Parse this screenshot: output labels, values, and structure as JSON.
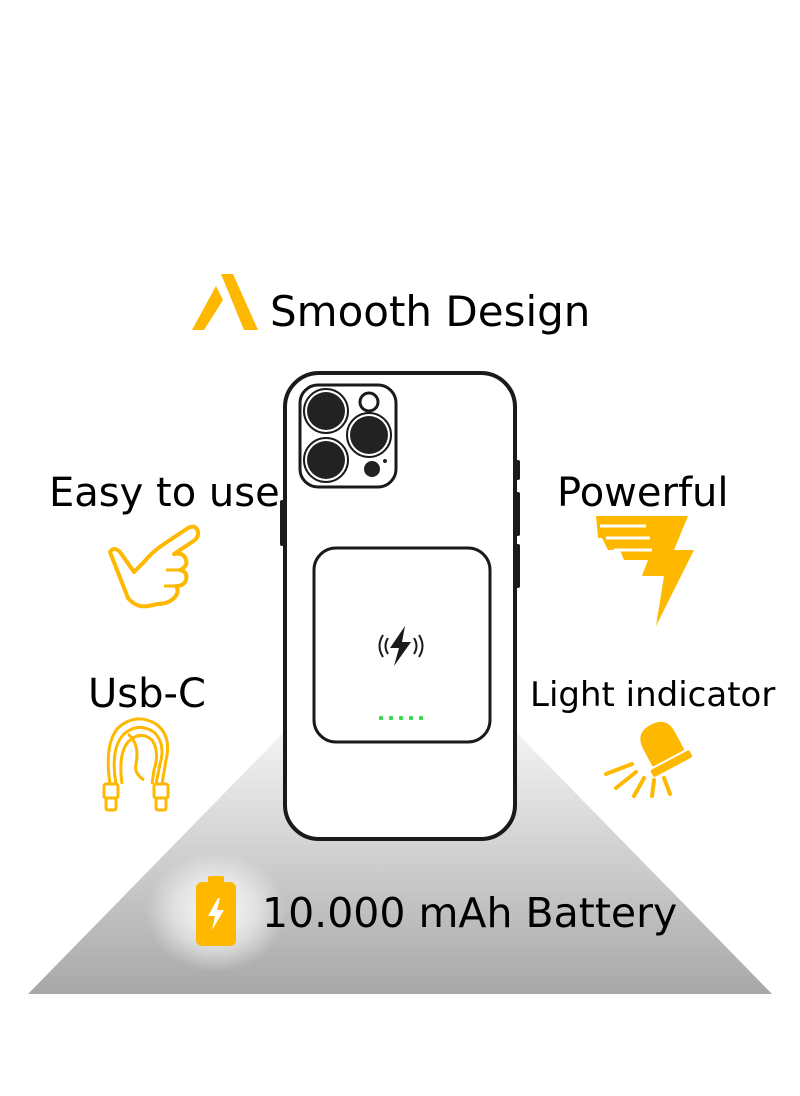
{
  "features": {
    "smooth_design": "Smooth Design",
    "easy_to_use": "Easy to use",
    "powerful": "Powerful",
    "usb_c": "Usb-C",
    "light_indicator": "Light indicator",
    "battery": "10.000 mAh Battery"
  },
  "icons": {
    "smooth_design": "logo-a-icon",
    "easy_to_use": "pointing-hand-icon",
    "powerful": "lightning-bolt-icon",
    "usb_c": "usb-cable-icon",
    "light_indicator": "lamp-icon",
    "battery": "battery-charging-icon",
    "wireless": "wireless-charging-icon"
  },
  "colors": {
    "accent": "#FFB800",
    "indicator_led": "#39D94A",
    "outline": "#1A1A1A"
  },
  "indicator_leds": 5
}
